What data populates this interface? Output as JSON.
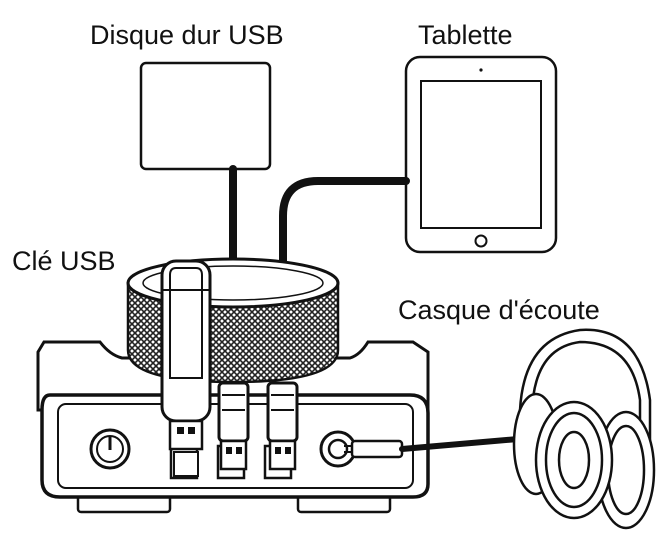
{
  "labels": {
    "usb_disk": "Disque dur USB",
    "tablet": "Tablette",
    "usb_key": "Clé USB",
    "headphones": "Casque d'écoute"
  },
  "colors": {
    "line": "#111111",
    "fill": "#ffffff",
    "knurl": "#2a2a2a"
  }
}
